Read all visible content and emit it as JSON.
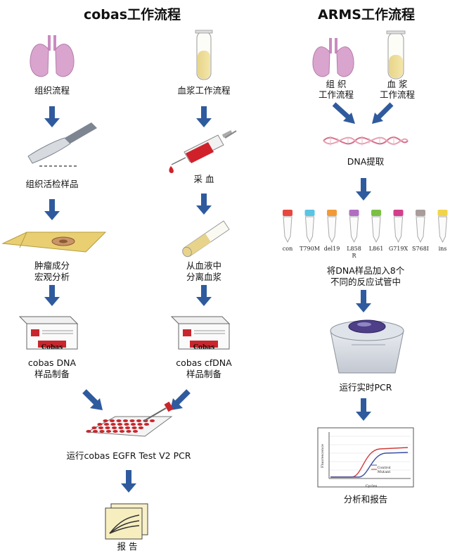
{
  "titles": {
    "cobas": "cobas工作流程",
    "arms": "ARMS工作流程"
  },
  "cobas": {
    "tissue_label": "组织流程",
    "plasma_label": "血浆工作流程",
    "biopsy_label": "组织活检样品",
    "blood_label": "采 血",
    "tumor_label_1": "肿瘤成分",
    "tumor_label_2": "宏观分析",
    "separate_label_1": "从血液中",
    "separate_label_2": "分离血浆",
    "dna_label_1": "cobas DNA",
    "dna_label_2": "样品制备",
    "cfdna_label_1": "cobas cfDNA",
    "cfdna_label_2": "样品制备",
    "kit_brand": "Cobas",
    "pcr_label": "运行cobas EGFR Test V2 PCR",
    "report_label": "报 告"
  },
  "arms": {
    "tissue_label_1": "组 织",
    "tissue_label_2": "工作流程",
    "plasma_label_1": "血 浆",
    "plasma_label_2": "工作流程",
    "dna_extract_label": "DNA提取",
    "tubes": [
      {
        "label": "con",
        "color": "#e8473f"
      },
      {
        "label": "T790M",
        "color": "#5bc4e4"
      },
      {
        "label": "del19",
        "color": "#f29a38"
      },
      {
        "label": "L858",
        "label2": "R",
        "color": "#b06ec3"
      },
      {
        "label": "L861",
        "color": "#7bc043"
      },
      {
        "label": "G719X",
        "color": "#d33f8c"
      },
      {
        "label": "S768I",
        "color": "#a89d9b"
      },
      {
        "label": "ins",
        "color": "#f1d44b"
      }
    ],
    "load_label_1": "将DNA样品加入8个",
    "load_label_2": "不同的反应试管中",
    "pcr_label": "运行实时PCR",
    "analysis_label": "分析和报告",
    "plot": {
      "xlabel": "Cycles",
      "ylabel": "Fluorescence",
      "legend": [
        "Control",
        "Mutant"
      ]
    }
  },
  "colors": {
    "arrow": "#2f5b9e",
    "sample_tube": "#efd98a",
    "plate_well": "#c8262c",
    "lung": "#d9a5cf"
  }
}
